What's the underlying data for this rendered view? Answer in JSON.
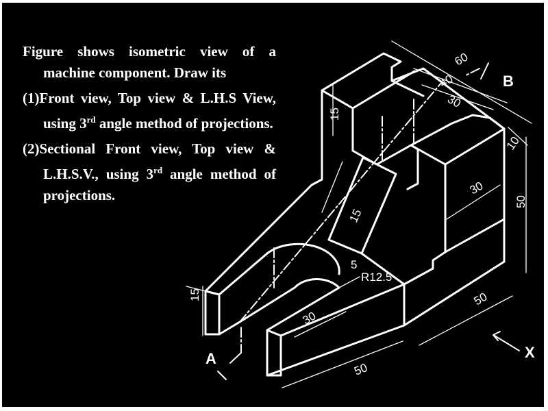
{
  "instructions": {
    "intro": "Figure shows isometric view of a machine component. Draw its",
    "item1": "(1)Front view, Top view & L.H.S View, using 3rd angle method of projections.",
    "item2": "(2)Sectional Front view, Top view & L.H.S.V., using 3rd angle method of projections."
  },
  "instruction_parts": {
    "intro": "Figure shows isometric view of a machine component. Draw its",
    "item1_a": "(1)Front view, Top view & L.H.S View, using 3",
    "item1_sup": "rd",
    "item1_b": " angle method of projections.",
    "item2_a": "(2)Sectional Front view, Top view & L.H.S.V., using 3",
    "item2_sup": "rd",
    "item2_b": " angle method of projections."
  },
  "dimensions": {
    "d60": "60",
    "d40": "40",
    "d30_top": "30",
    "d10": "10",
    "d15_top": "15",
    "d30_right": "30",
    "d50_right": "50",
    "d15_rib": "15",
    "d5": "5",
    "r12_5": "R12.5",
    "d15_left": "15",
    "d30_slot": "30",
    "d50_side": "50",
    "d50_bottom": "50"
  },
  "view_labels": {
    "section_a": "A",
    "section_b": "B",
    "direction_x": "X"
  },
  "colors": {
    "background": "#000000",
    "lines": "#ffffff",
    "frame": "#ffffff"
  }
}
